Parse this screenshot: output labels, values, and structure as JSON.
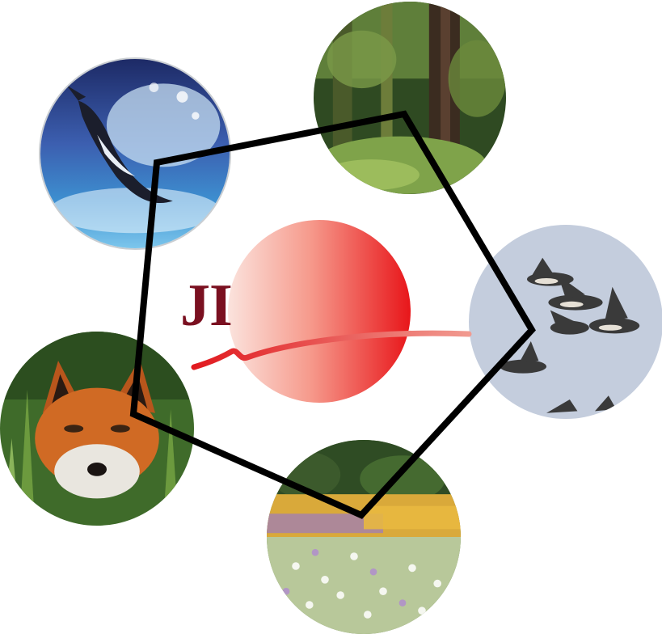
{
  "logo": {
    "text": "JI"
  },
  "colors": {
    "logo_text": "#7a1020",
    "sun_light": "#fbe3dd",
    "sun_dark": "#e8161a",
    "swoosh": "#e11a1f",
    "pentagon": "#000000"
  },
  "photos": [
    {
      "name": "whale",
      "icon": "whale-icon"
    },
    {
      "name": "forest",
      "icon": "forest-icon"
    },
    {
      "name": "geese",
      "icon": "geese-icon"
    },
    {
      "name": "fox",
      "icon": "fox-icon"
    },
    {
      "name": "meadow",
      "icon": "meadow-icon"
    }
  ]
}
